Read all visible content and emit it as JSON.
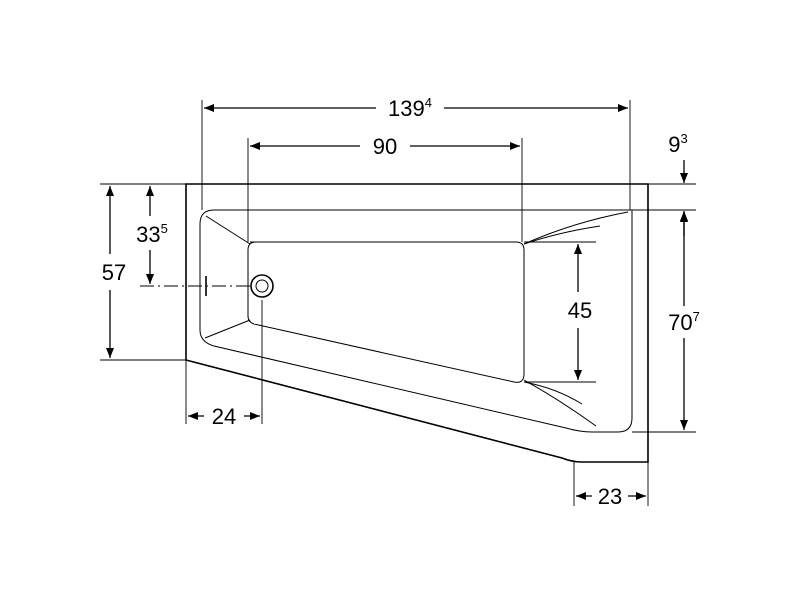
{
  "dimensions": {
    "total_length": {
      "main": "139",
      "sup": "4"
    },
    "inner_length": {
      "main": "90",
      "sup": ""
    },
    "right_offset": {
      "main": "9",
      "sup": "3"
    },
    "drain_from_back": {
      "main": "33",
      "sup": "5"
    },
    "left_depth": {
      "main": "57",
      "sup": ""
    },
    "inner_width": {
      "main": "45",
      "sup": ""
    },
    "right_depth": {
      "main": "70",
      "sup": "7"
    },
    "drain_from_left": {
      "main": "24",
      "sup": ""
    },
    "corner_cut": {
      "main": "23",
      "sup": ""
    }
  }
}
